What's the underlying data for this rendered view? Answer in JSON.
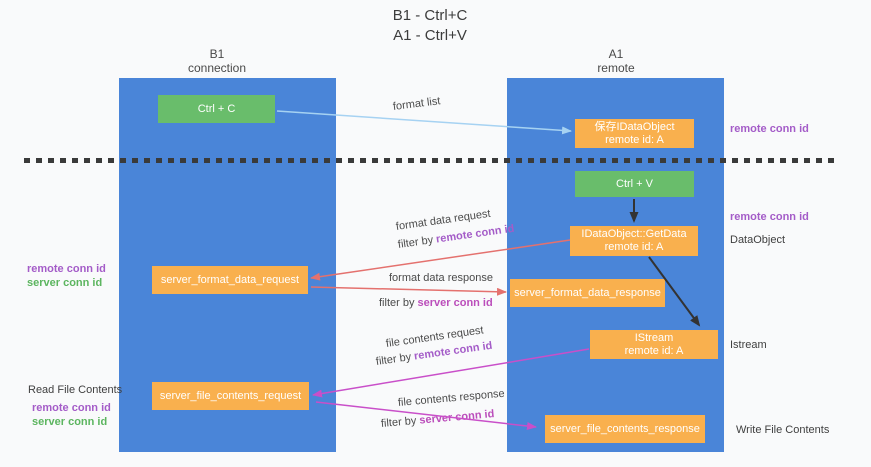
{
  "title": {
    "line1": "B1 - Ctrl+C",
    "line2": "A1 - Ctrl+V"
  },
  "columns": {
    "left": {
      "name": "B1",
      "role": "connection"
    },
    "right": {
      "name": "A1",
      "role": "remote"
    }
  },
  "nodes": {
    "ctrl_c": {
      "label": "Ctrl + C"
    },
    "save_obj": {
      "line1": "保存IDataObject",
      "line2": "remote id: A"
    },
    "ctrl_v": {
      "label": "Ctrl + V"
    },
    "getdata": {
      "line1": "IDataObject::GetData",
      "line2": "remote id: A"
    },
    "format_request": {
      "label": "server_format_data_request"
    },
    "format_response": {
      "label": "server_format_data_response"
    },
    "istream": {
      "line1": "IStream",
      "line2": "remote id: A"
    },
    "file_request": {
      "label": "server_file_contents_request"
    },
    "file_response": {
      "label": "server_file_contents_response"
    }
  },
  "flows": {
    "format_list": {
      "label": "format list"
    },
    "format_data_request": {
      "label": "format data request",
      "filter_prefix": "filter by ",
      "filter_key": "remote conn id"
    },
    "format_data_response": {
      "label": "format data response",
      "filter_prefix": "filter by ",
      "filter_key": "server conn id"
    },
    "file_contents_request": {
      "label": "file contents request",
      "filter_prefix": "filter by ",
      "filter_key": "remote conn id"
    },
    "file_contents_response": {
      "label": "file contents response",
      "filter_prefix": "filter by ",
      "filter_key": "server conn id"
    }
  },
  "right_annotations": {
    "remote_conn_id_top": "remote conn id",
    "remote_conn_id_mid": "remote conn id",
    "dataobject": "DataObject",
    "istream": "Istream",
    "write_file_contents": "Write File Contents"
  },
  "left_annotations": {
    "format": {
      "remote": "remote conn id",
      "server": "server conn id"
    },
    "file": {
      "title": "Read File Contents",
      "remote": "remote conn id",
      "server": "server conn id"
    }
  },
  "colors": {
    "background": "#f9fafb",
    "column_blue": "#4a85d8",
    "box_orange": "#f9b04e",
    "box_green": "#69bd6b",
    "arrow_light_blue": "#a6d2f2",
    "arrow_salmon": "#e4716e",
    "arrow_magenta": "#c94fc9",
    "arrow_black": "#333333",
    "label_purple": "#a45cc8",
    "label_green": "#5cb55f",
    "label_magenta": "#bb4ebb",
    "dashed_line": "#3a3a3a"
  }
}
